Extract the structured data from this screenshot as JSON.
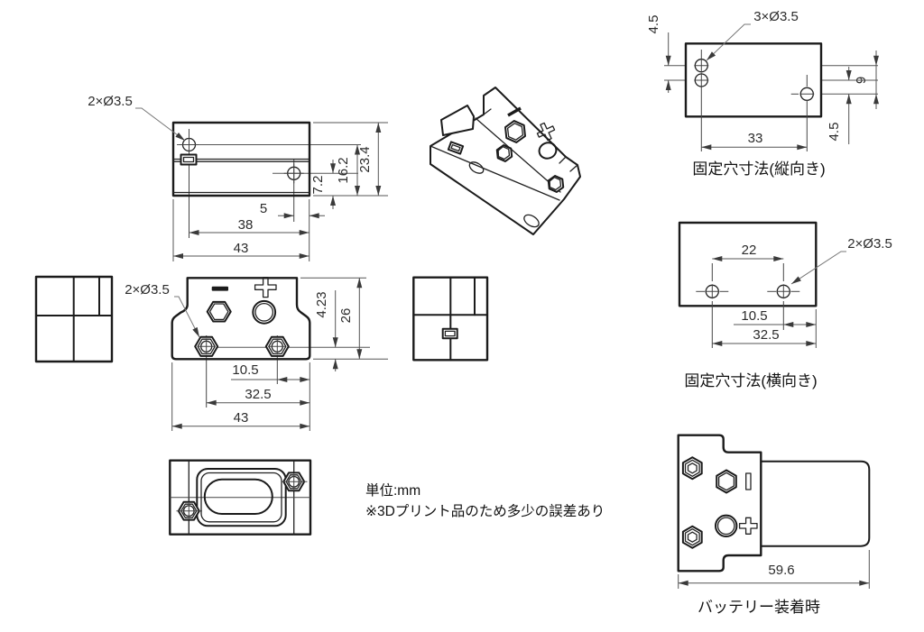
{
  "drawing": {
    "colors": {
      "object_line": "#1b1b1b",
      "dimension_line": "#555555",
      "background": "#ffffff",
      "text": "#2b2b2b"
    },
    "notes": {
      "unit": "単位:mm",
      "tolerance": "※3Dプリント品のため多少の誤差あり"
    },
    "side_view": {
      "hole_label": "2×Ø3.5",
      "dim_offset_right": "5",
      "dim_hole_to_edge": "38",
      "dim_width": "43",
      "dim_hole2_height": "7.2",
      "dim_hole1_height": "16.2",
      "dim_height": "23.4"
    },
    "front_view": {
      "hole_label": "2×Ø3.5",
      "dim_nut_to_edge": "10.5",
      "dim_nut_span": "32.5",
      "dim_width": "43",
      "dim_nut_height": "4.23",
      "dim_height": "26"
    },
    "plate_vertical": {
      "title": "固定穴寸法(縦向き)",
      "hole_label": "3×Ø3.5",
      "dim_top_pitch": "4.5",
      "dim_total_pitch": "9",
      "dim_bottom_pitch": "4.5",
      "dim_span": "33"
    },
    "plate_horizontal": {
      "title": "固定穴寸法(横向き)",
      "hole_label": "2×Ø3.5",
      "dim_pitch": "22",
      "dim_to_edge": "10.5",
      "dim_span": "32.5"
    },
    "battery_view": {
      "title": "バッテリー装着時",
      "dim_length": "59.6"
    }
  }
}
